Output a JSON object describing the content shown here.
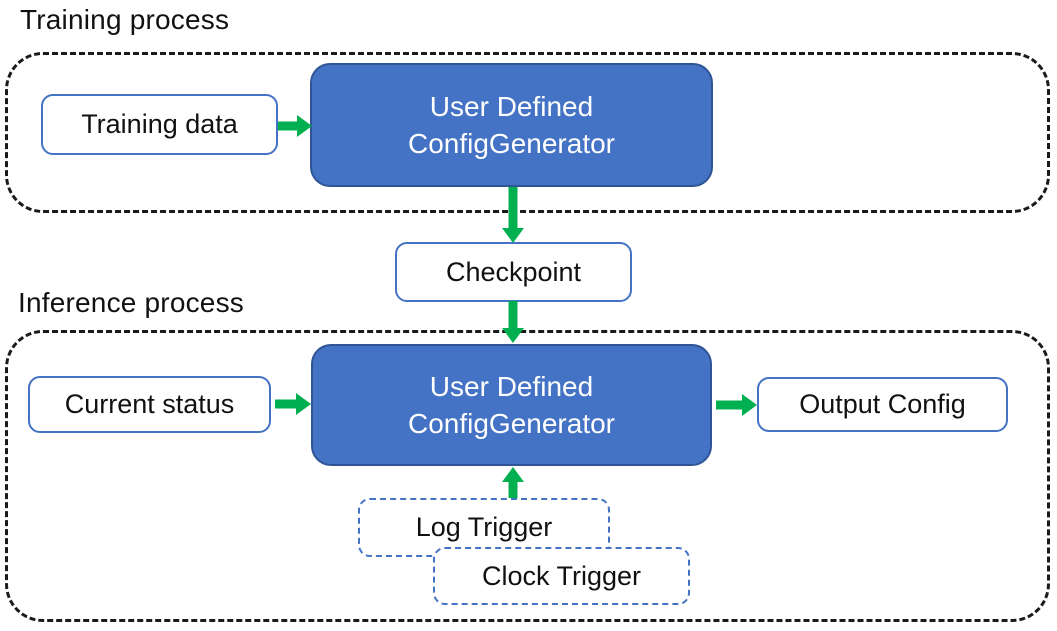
{
  "sections": {
    "training": {
      "title": "Training process"
    },
    "inference": {
      "title": "Inference process"
    }
  },
  "nodes": {
    "training_data": {
      "label": "Training data"
    },
    "training_generator": {
      "line1": "User Defined",
      "line2": "ConfigGenerator"
    },
    "checkpoint": {
      "label": "Checkpoint"
    },
    "current_status": {
      "label": "Current status"
    },
    "inference_generator": {
      "line1": "User Defined",
      "line2": "ConfigGenerator"
    },
    "output_config": {
      "label": "Output Config"
    },
    "log_trigger": {
      "label": "Log Trigger"
    },
    "clock_trigger": {
      "label": "Clock Trigger"
    }
  },
  "colors": {
    "node_fill": "#4472C4",
    "node_border": "#2F5597",
    "box_border": "#4472C4",
    "trigger_border": "#4472C4",
    "arrow": "#00B050",
    "container_border": "#1a1a1a",
    "text": "#111111",
    "node_text": "#FFFFFF",
    "background": "#FFFFFF"
  }
}
